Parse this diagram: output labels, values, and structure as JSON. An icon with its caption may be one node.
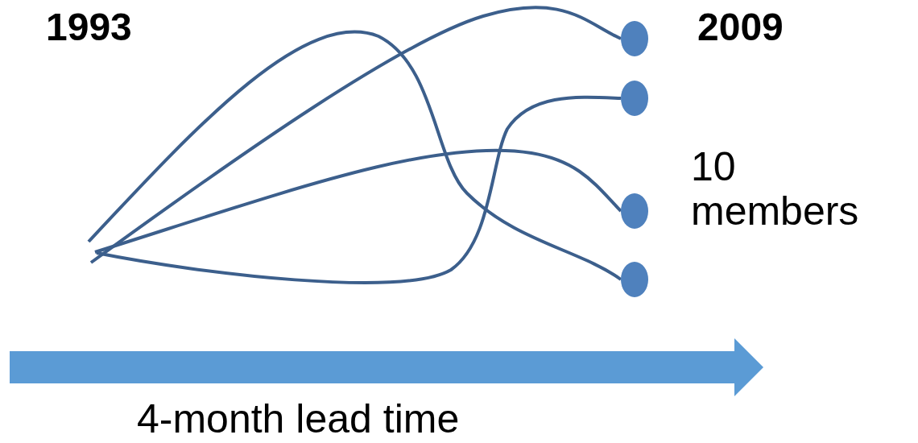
{
  "diagram": {
    "nodes": [
      {
        "text": [],
        "shape": "circle"
      },
      {
        "text": [],
        "shape": "circle"
      },
      {
        "text": [],
        "shape": "circle"
      },
      {
        "text": [],
        "shape": "circle"
      }
    ],
    "edges": [
      {
        "from": null,
        "to": 3,
        "arrow": "none"
      },
      {
        "from": null,
        "to": 0,
        "arrow": "none"
      },
      {
        "from": null,
        "to": 2,
        "arrow": "none"
      },
      {
        "from": null,
        "to": 1,
        "arrow": "none"
      }
    ],
    "labels": [
      "1993",
      "2009",
      "10 members",
      "4-month lead time"
    ]
  }
}
